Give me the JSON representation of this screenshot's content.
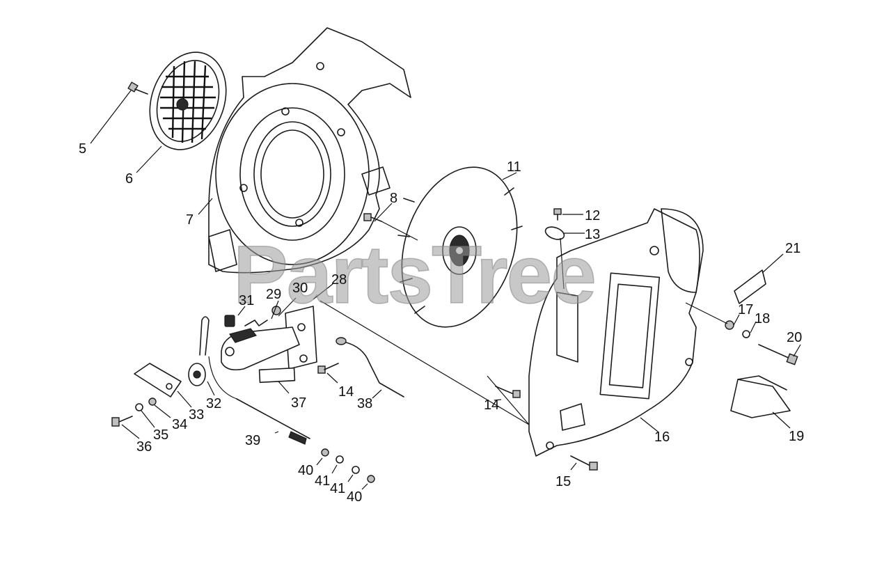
{
  "watermark": {
    "text": "PartsTree"
  },
  "callouts": {
    "c5": "5",
    "c6": "6",
    "c7": "7",
    "c8": "8",
    "c11": "11",
    "c12": "12",
    "c13": "13",
    "c14a": "14",
    "c14b": "14",
    "c15": "15",
    "c16": "16",
    "c17": "17",
    "c18": "18",
    "c19": "19",
    "c20": "20",
    "c21": "21",
    "c28": "28",
    "c29": "29",
    "c30": "30",
    "c31": "31",
    "c32": "32",
    "c33": "33",
    "c34": "34",
    "c35": "35",
    "c36": "36",
    "c37": "37",
    "c38": "38",
    "c39": "39",
    "c40a": "40",
    "c40b": "40",
    "c41a": "41",
    "c41b": "41"
  }
}
